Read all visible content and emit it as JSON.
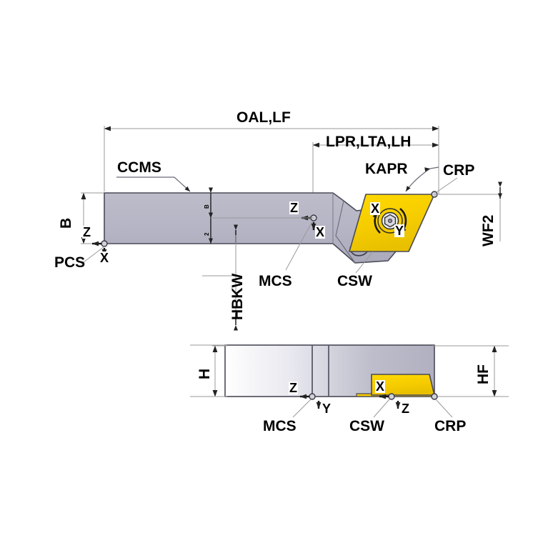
{
  "diagram": {
    "title": "Turning tool holder dimension reference diagram",
    "views": [
      {
        "name": "side-view",
        "description": "Top/plan view of external turning tool holder with rhombic insert"
      },
      {
        "name": "front-view",
        "description": "Side elevation showing shank height and insert seating"
      }
    ],
    "colors": {
      "shank_fill": "#b4b4c4",
      "shank_fill_light": "#c8c8d4",
      "shank_stroke": "#4a4a58",
      "insert_fill": "#f5cc00",
      "insert_fill_dark": "#e0b800",
      "insert_stroke": "#4a4a58",
      "dimension_line": "#999999",
      "leader_line": "#999999",
      "text": "#000000",
      "background": "#ffffff"
    }
  },
  "main_view": {
    "dimensions": {
      "oal_lf": "OAL,LF",
      "lpr_lta_lh": "LPR,LTA,LH",
      "b": "B",
      "wf2": "WF2",
      "hbkw": "HBKW",
      "half_mark_upper": "B",
      "half_mark_lower": "2"
    },
    "callouts": {
      "ccms": "CCMS",
      "kapr": "KAPR",
      "crp": "CRP",
      "csw": "CSW",
      "mcs": "MCS",
      "pcs": "PCS"
    },
    "axes": {
      "pcs_z": "Z",
      "pcs_x": "X",
      "mcs_z": "Z",
      "mcs_x": "X",
      "insert_x": "X",
      "insert_y": "Y"
    }
  },
  "bottom_view": {
    "dimensions": {
      "h": "H",
      "hf": "HF"
    },
    "callouts": {
      "mcs": "MCS",
      "csw": "CSW",
      "crp": "CRP"
    },
    "axes": {
      "mcs_z": "Z",
      "mcs_y": "Y",
      "csw_x": "X",
      "csw_z": "Z"
    }
  },
  "icons": {
    "arrow_left": "arrow-left-icon",
    "arrow_right": "arrow-right-icon",
    "arrow_up": "arrow-up-icon",
    "arrow_down": "arrow-down-icon",
    "origin_point": "origin-point-icon",
    "screw": "insert-screw-icon",
    "angle_arc": "angle-arc-icon"
  }
}
